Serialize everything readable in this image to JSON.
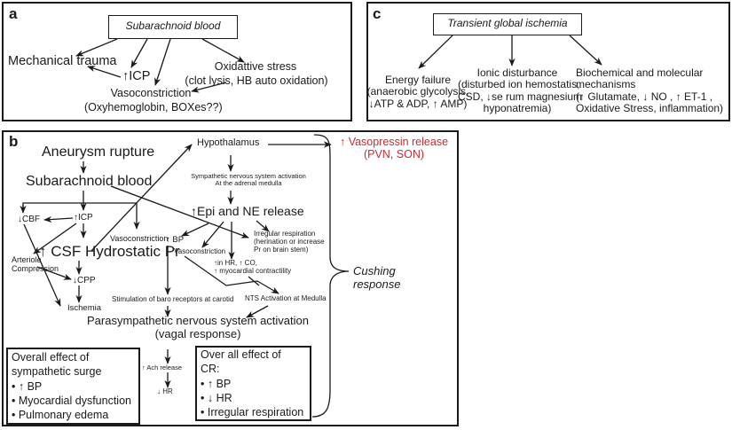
{
  "panel_a": {
    "label": "a",
    "root": "Subarachnoid blood",
    "mechanical_trauma": "Mechanical trauma",
    "icp": "↑ICP",
    "oxidative_title": "Oxidattive stress",
    "oxidative_detail": "(clot lysis, HB auto oxidation)",
    "vasoconstriction": "Vasoconstriction",
    "vasoconstriction_detail": "(Oxyhemoglobin, BOXes??)"
  },
  "panel_c": {
    "label": "c",
    "root": "Transient global ischemia",
    "energy": [
      "Energy failure",
      "(anaerobic glycolysis,",
      "↓ATP & ADP, ↑ AMP)"
    ],
    "ionic": [
      "Ionic disturbance",
      "(disturbed ion hemostatis,",
      "CSD, ↓se rum magnesium",
      "hyponatremia)"
    ],
    "biochem": [
      "Biochemical and molecular",
      "mechanisms",
      "(↑ Glutamate, ↓ NO , ↑ ET-1 ,",
      "Oxidative Stress, inflammation)"
    ]
  },
  "panel_b": {
    "label": "b",
    "aneurysm": "Aneurysm rupture",
    "sah": "Subarachnoid blood",
    "cbf": "↓CBF",
    "icp": "↑ICP",
    "vasoconstriction1": "Vasoconstriction",
    "bp": "↑ BP",
    "csf": "↑ CSF Hydrostatic Pr",
    "arteriole": [
      "Arteriole",
      "Compression"
    ],
    "cpp": "↓CPP",
    "ischemia": "Ischemia",
    "hypothalamus": "Hypothalamus",
    "vasopressin": [
      "↑ Vasopressin release",
      "(PVN, SON)"
    ],
    "sns": [
      "Sympathetic nervous system activation",
      "At the adrenal medulla"
    ],
    "epi": "↑Epi and NE release",
    "irregular": [
      "Irregular respiration",
      "(herination or increase",
      "Pr on brain stem)"
    ],
    "vasoconstriction2": "Vasoconstriction",
    "hr_co": [
      "↑in HR, ↑ CO,",
      "↑ myocardial contractility"
    ],
    "baro": "Stimulation of baro receptors at carotid",
    "nts": "NTS Activation at Medulla",
    "parasymp": [
      "Parasympathetic nervous system activation",
      "(vagal response)"
    ],
    "ach": "↑ Ach release",
    "hr_down": "↓ HR",
    "cushing": [
      "Cushing",
      "response"
    ],
    "sympathetic_box": {
      "title": [
        "Overall effect of",
        "sympathetic surge"
      ],
      "items": [
        "• ↑ BP",
        "• Myocardial dysfunction",
        "• Pulmonary edema"
      ]
    },
    "cr_box": {
      "title": [
        "Over all effect of",
        "CR:"
      ],
      "items": [
        "• ↑ BP",
        "• ↓ HR",
        "• Irregular respiration"
      ]
    }
  },
  "colors": {
    "accent_red": "#d0282e",
    "line": "#1a1a1a"
  }
}
